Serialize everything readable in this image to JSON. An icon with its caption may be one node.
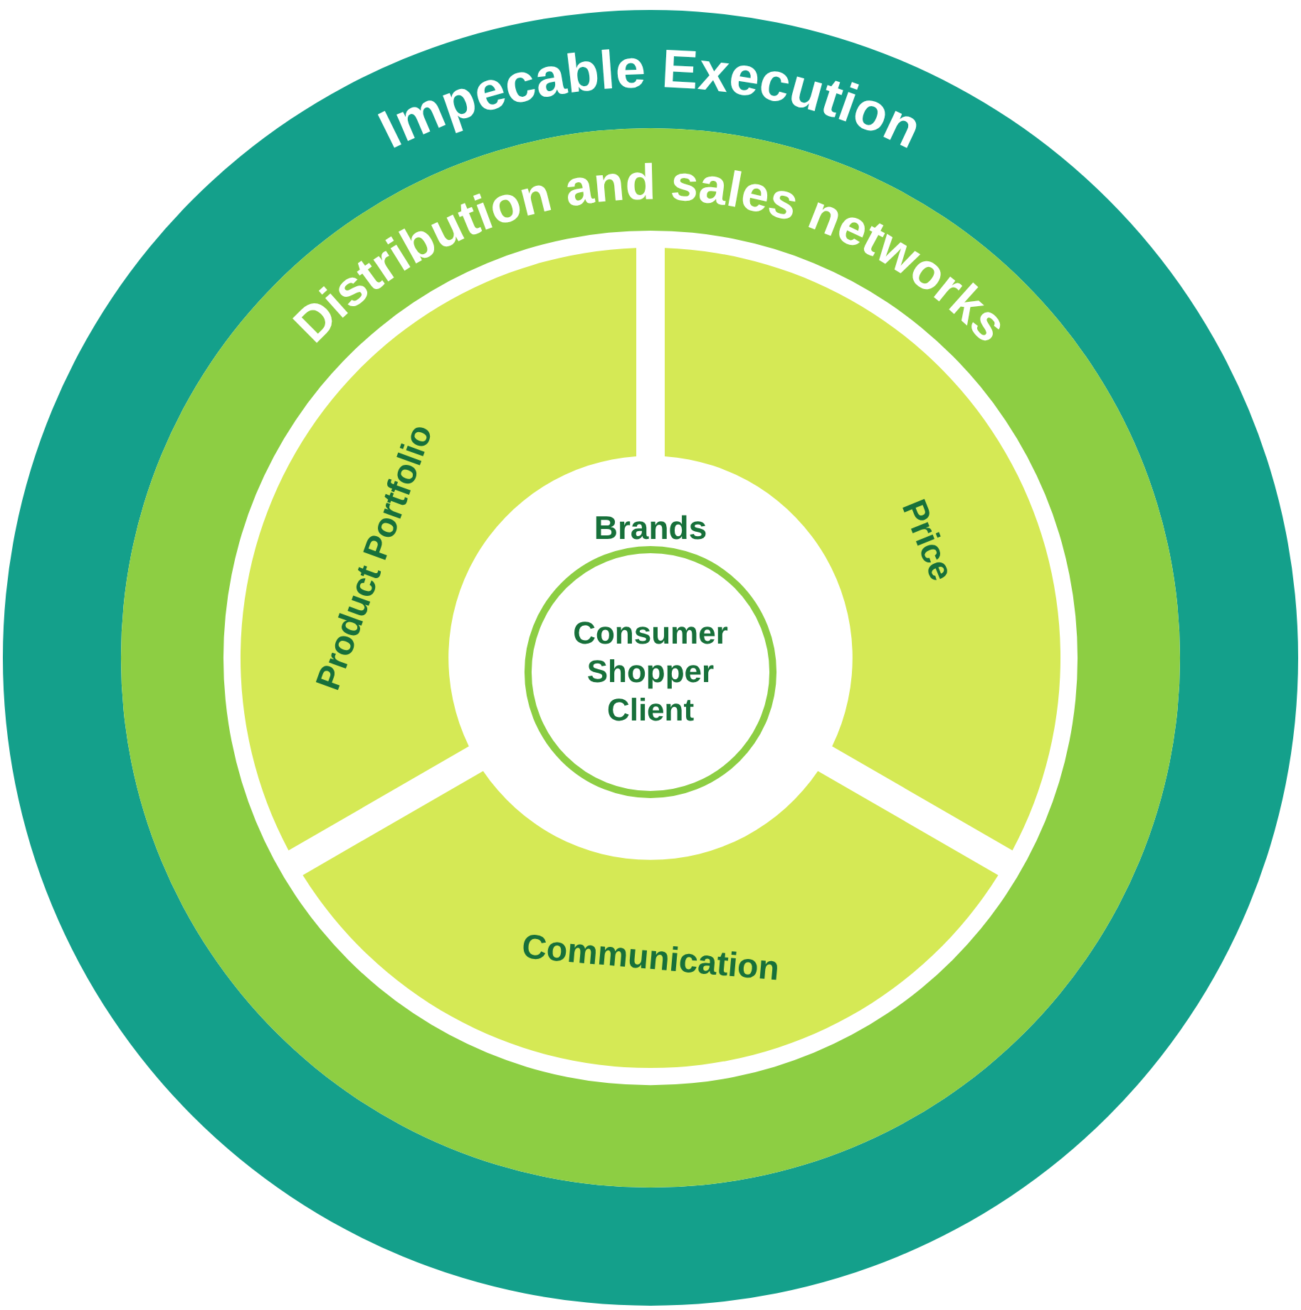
{
  "diagram": {
    "nodes": [
      {
        "text": [
          "Impecable Execution"
        ]
      },
      {
        "text": [
          "Distribution and sales networks"
        ],
        "in": 0
      },
      {
        "text": [
          "Product Portfolio"
        ],
        "in": 1
      },
      {
        "text": [
          "Price"
        ],
        "in": 1
      },
      {
        "text": [
          "Communication"
        ],
        "in": 1
      },
      {
        "text": [
          "Brands"
        ],
        "in": 1
      },
      {
        "text": [
          "Consumer Shopper Client"
        ],
        "in": 5
      }
    ]
  }
}
